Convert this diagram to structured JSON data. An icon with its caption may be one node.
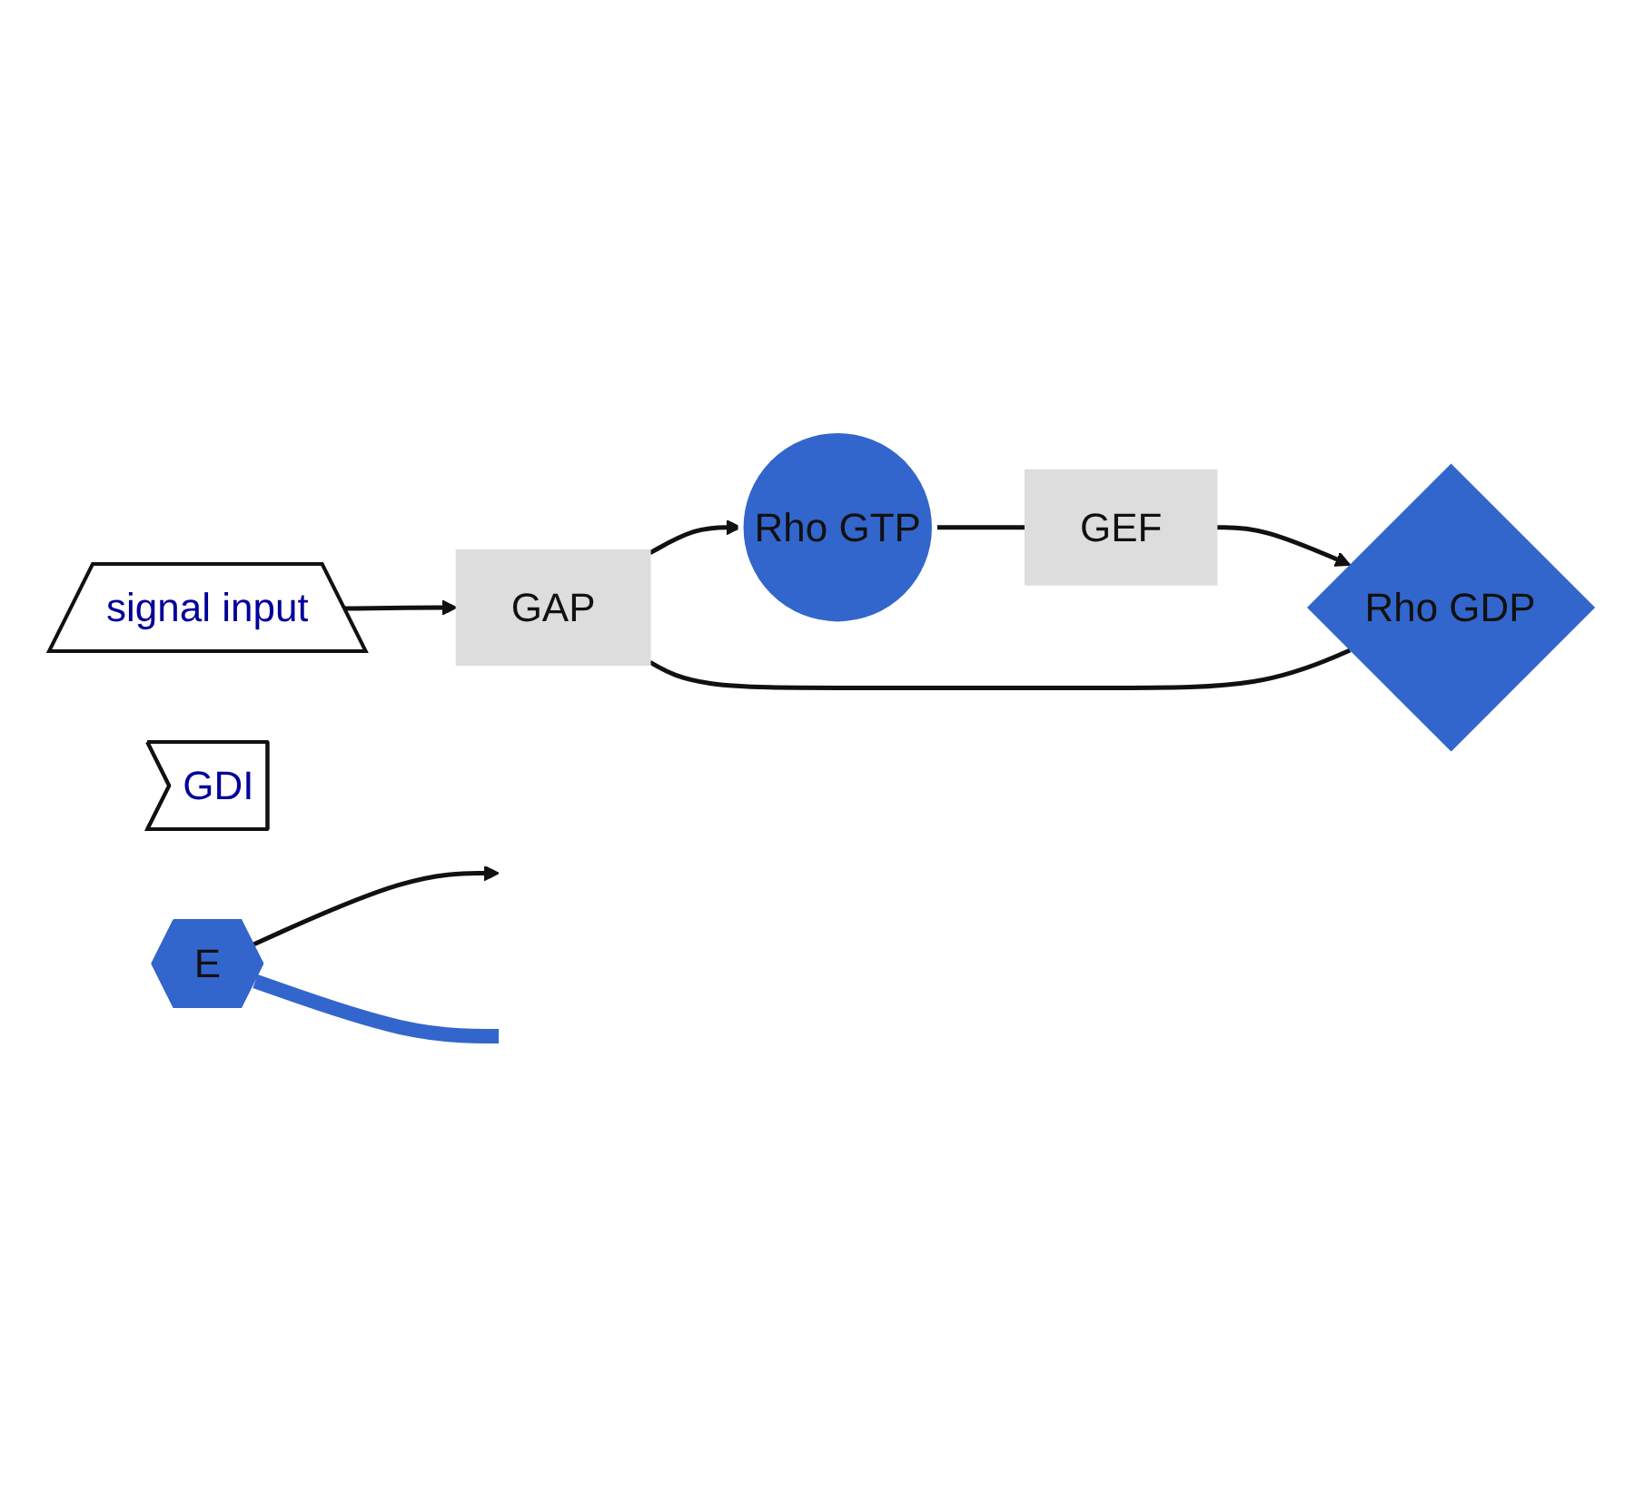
{
  "diagram": {
    "nodes": [
      {
        "text": [
          "signal input"
        ]
      },
      {
        "text": [
          "GAP"
        ]
      },
      {
        "text": [
          "GDI"
        ]
      },
      {
        "text": [
          "Rho GDP"
        ]
      },
      {
        "text": [
          "Rho GTP"
        ]
      },
      {
        "text": [
          "E"
        ]
      },
      {
        "text": [
          "GEF"
        ]
      }
    ],
    "edges": [
      {
        "from": 0,
        "to": 1,
        "arrow": "to"
      },
      {
        "from": 3,
        "to": 1,
        "arrow": "none"
      },
      {
        "from": 1,
        "to": 4,
        "arrow": "to"
      },
      {
        "from": 4,
        "to": 6,
        "arrow": "none"
      },
      {
        "from": 6,
        "to": 3,
        "arrow": "to"
      },
      {
        "from": 5,
        "to": null,
        "arrow": "to"
      },
      {
        "from": 5,
        "to": null,
        "arrow": "none",
        "style": "thick",
        "color": "#3366cc"
      }
    ]
  }
}
